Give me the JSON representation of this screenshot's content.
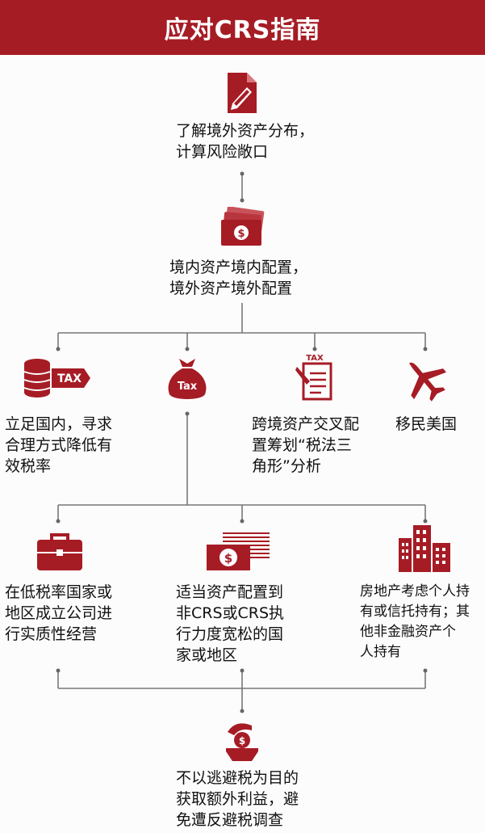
{
  "title": "应对CRS指南",
  "colors": {
    "accent": "#a61c25",
    "line": "#777777"
  },
  "steps": {
    "step1": {
      "icon": "document-pen-icon",
      "lines": [
        "了解境外资产分布，",
        "计算风险敞口"
      ]
    },
    "step2": {
      "icon": "money-cards-icon",
      "lines": [
        "境内资产境内配置，",
        "境外资产境外配置"
      ]
    },
    "branch1": {
      "icon": "tax-coins-icon",
      "icon_label": "TAX",
      "lines": [
        "立足国内，寻求",
        "合理方式降低有",
        "效税率"
      ]
    },
    "branch2": {
      "icon": "tax-bag-icon",
      "icon_label": "Tax"
    },
    "branch3": {
      "icon": "tax-document-icon",
      "icon_label": "TAX",
      "lines": [
        "跨境资产交叉配",
        "置筹划“税法三",
        "角形”分析"
      ]
    },
    "branch4": {
      "icon": "airplane-icon",
      "lines": [
        "移民美国"
      ]
    },
    "sub1": {
      "icon": "briefcase-icon",
      "lines": [
        "在低税率国家或",
        "地区成立公司进",
        "行实质性经营"
      ]
    },
    "sub2": {
      "icon": "dollar-bill-icon",
      "lines": [
        "适当资产配置到",
        "非CRS或CRS执",
        "行力度宽松的国",
        "家或地区"
      ]
    },
    "sub3": {
      "icon": "buildings-icon",
      "lines": [
        "房地产考虑个人持",
        "有或信托持有；其",
        "他非金融资产个",
        "人持有"
      ]
    },
    "final": {
      "icon": "hand-coin-icon",
      "lines": [
        "不以逃避税为目的",
        "获取额外利益，避",
        "免遭反避税调查"
      ]
    }
  }
}
